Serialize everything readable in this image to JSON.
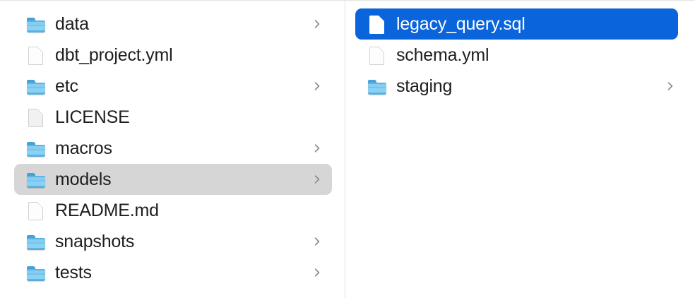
{
  "window": {
    "view_mode": "column",
    "accent_color": "#0a64dc",
    "inactive_selection_color": "#d6d6d6",
    "text_color": "#1e1e1e",
    "divider_color": "#e0e0e0"
  },
  "columns": [
    {
      "name": "parent-column",
      "items": [
        {
          "label": "data",
          "kind": "folder",
          "icon": "folder-icon",
          "has_chevron": true,
          "selected": false,
          "selection_state": "none"
        },
        {
          "label": "dbt_project.yml",
          "kind": "file",
          "icon": "document-icon",
          "has_chevron": false,
          "selected": false,
          "selection_state": "none"
        },
        {
          "label": "etc",
          "kind": "folder",
          "icon": "folder-icon",
          "has_chevron": true,
          "selected": false,
          "selection_state": "none"
        },
        {
          "label": "LICENSE",
          "kind": "file",
          "icon": "document-shaded-icon",
          "has_chevron": false,
          "selected": false,
          "selection_state": "none"
        },
        {
          "label": "macros",
          "kind": "folder",
          "icon": "folder-icon",
          "has_chevron": true,
          "selected": false,
          "selection_state": "none"
        },
        {
          "label": "models",
          "kind": "folder",
          "icon": "folder-icon",
          "has_chevron": true,
          "selected": true,
          "selection_state": "inactive"
        },
        {
          "label": "README.md",
          "kind": "file",
          "icon": "document-icon",
          "has_chevron": false,
          "selected": false,
          "selection_state": "none"
        },
        {
          "label": "snapshots",
          "kind": "folder",
          "icon": "folder-icon",
          "has_chevron": true,
          "selected": false,
          "selection_state": "none"
        },
        {
          "label": "tests",
          "kind": "folder",
          "icon": "folder-icon",
          "has_chevron": true,
          "selected": false,
          "selection_state": "none"
        }
      ]
    },
    {
      "name": "child-column",
      "items": [
        {
          "label": "legacy_query.sql",
          "kind": "file",
          "icon": "document-white-icon",
          "has_chevron": false,
          "selected": true,
          "selection_state": "active"
        },
        {
          "label": "schema.yml",
          "kind": "file",
          "icon": "document-icon",
          "has_chevron": false,
          "selected": false,
          "selection_state": "none"
        },
        {
          "label": "staging",
          "kind": "folder",
          "icon": "folder-icon",
          "has_chevron": true,
          "selected": false,
          "selection_state": "none"
        }
      ]
    }
  ]
}
